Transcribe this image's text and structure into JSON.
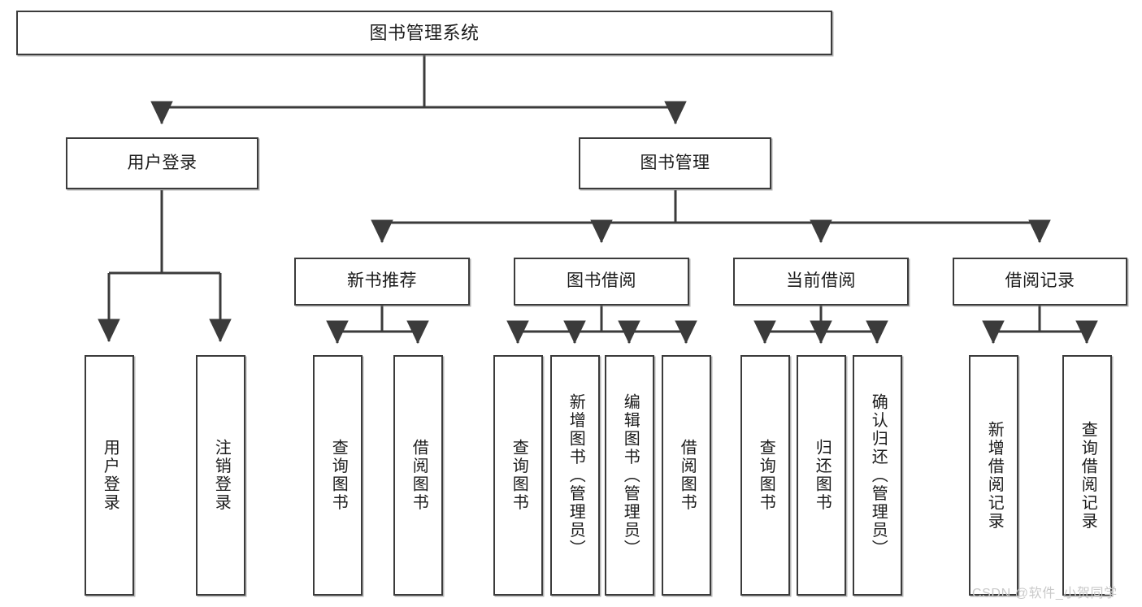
{
  "diagram": {
    "title": "图书管理系统",
    "type": "hierarchy-tree",
    "watermark": "CSDN @软件_小贺同学",
    "colors": {
      "box_border": "#3b3b3b",
      "box_fill": "#ffffff",
      "connector": "#3b3b3b",
      "text": "#1b1b1b",
      "watermark": "#c9c9c9",
      "background": "#ffffff"
    },
    "levels": {
      "root": {
        "label": "图书管理系统",
        "orientation": "horizontal"
      },
      "level2": [
        {
          "label": "用户登录",
          "orientation": "horizontal"
        },
        {
          "label": "图书管理",
          "orientation": "horizontal"
        }
      ],
      "level3": [
        {
          "label": "新书推荐",
          "orientation": "horizontal",
          "parent": "图书管理"
        },
        {
          "label": "图书借阅",
          "orientation": "horizontal",
          "parent": "图书管理"
        },
        {
          "label": "当前借阅",
          "orientation": "horizontal",
          "parent": "图书管理"
        },
        {
          "label": "借阅记录",
          "orientation": "horizontal",
          "parent": "图书管理"
        }
      ],
      "leaves": [
        {
          "label": "用户登录",
          "orientation": "vertical",
          "parent": "用户登录"
        },
        {
          "label": "注销登录",
          "orientation": "vertical",
          "parent": "用户登录"
        },
        {
          "label": "查询图书",
          "orientation": "vertical",
          "parent": "新书推荐"
        },
        {
          "label": "借阅图书",
          "orientation": "vertical",
          "parent": "新书推荐"
        },
        {
          "label": "查询图书",
          "orientation": "vertical",
          "parent": "图书借阅"
        },
        {
          "label": "新增图书（管理员）",
          "orientation": "vertical",
          "parent": "图书借阅"
        },
        {
          "label": "编辑图书（管理员）",
          "orientation": "vertical",
          "parent": "图书借阅"
        },
        {
          "label": "借阅图书",
          "orientation": "vertical",
          "parent": "图书借阅"
        },
        {
          "label": "查询图书",
          "orientation": "vertical",
          "parent": "当前借阅"
        },
        {
          "label": "归还图书",
          "orientation": "vertical",
          "parent": "当前借阅"
        },
        {
          "label": "确认归还（管理员）",
          "orientation": "vertical",
          "parent": "当前借阅"
        },
        {
          "label": "新增借阅记录",
          "orientation": "vertical",
          "parent": "借阅记录"
        },
        {
          "label": "查询借阅记录",
          "orientation": "vertical",
          "parent": "借阅记录"
        }
      ]
    }
  }
}
